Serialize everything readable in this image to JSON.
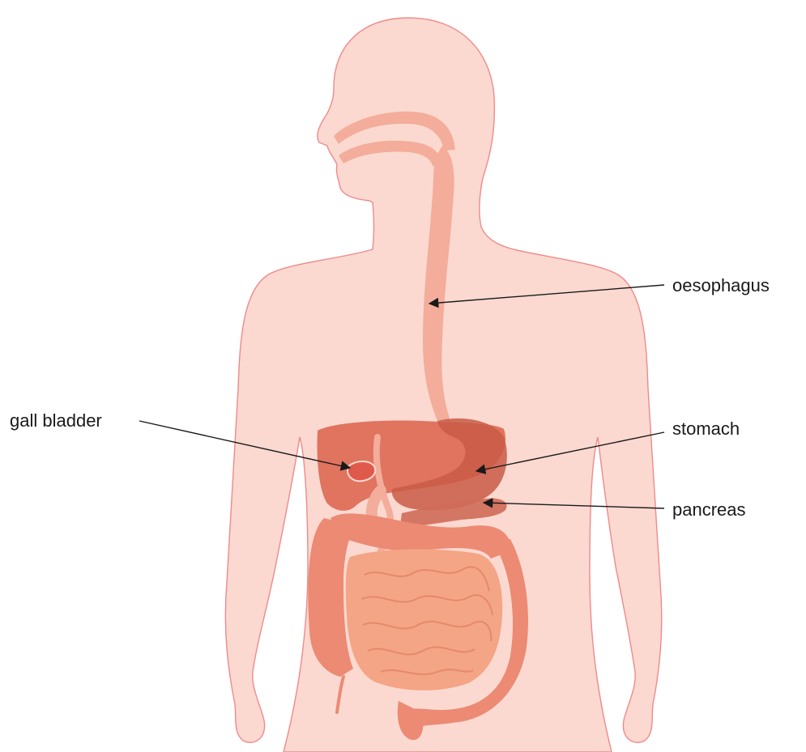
{
  "labels": {
    "oesophagus": "oesophagus",
    "gall_bladder": "gall bladder",
    "stomach": "stomach",
    "pancreas": "pancreas"
  },
  "colors": {
    "skin": "#fbd9d0",
    "skin_outline": "#ef8a8a",
    "tract": "#f3ad9a",
    "liver": "#dd6b55",
    "stomach": "#c85a46",
    "gall_bladder": "#e05a4c",
    "pancreas": "#cf6a58",
    "large_intestine": "#ec8a74",
    "small_intestine": "#f4a585",
    "leader_line": "#1a1a1a"
  }
}
